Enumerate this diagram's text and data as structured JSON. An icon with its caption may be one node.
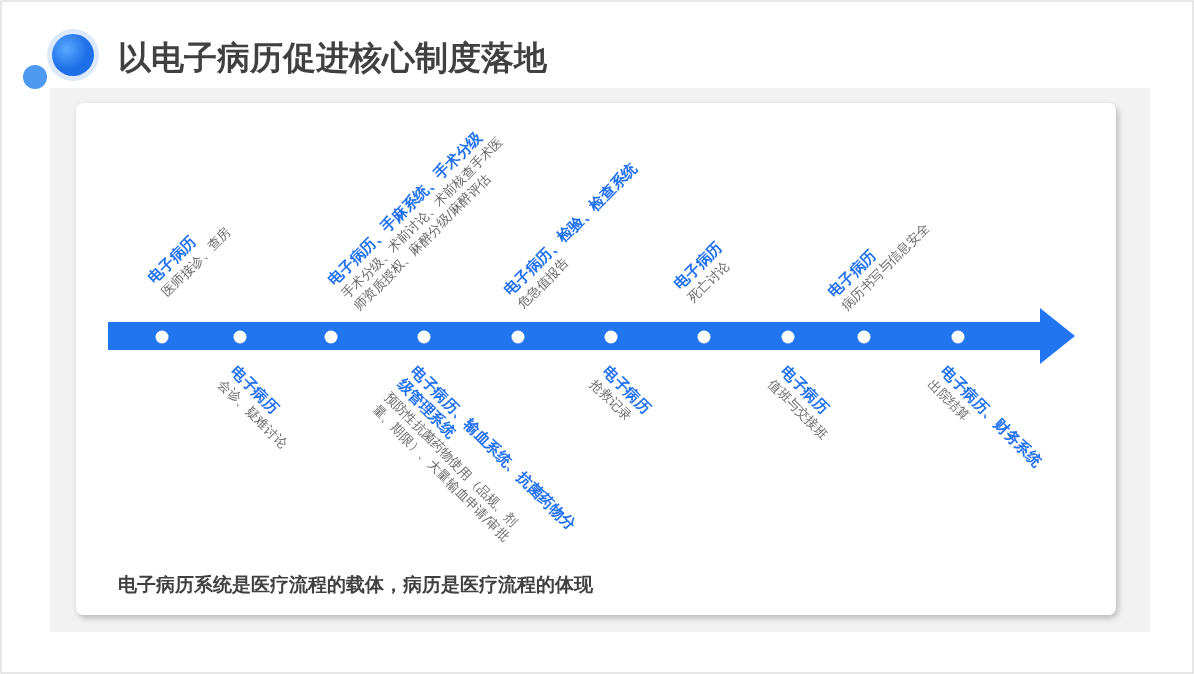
{
  "diagram": {
    "title": "以电子病历促进核心制度落地",
    "caption": "电子病历系统是医疗流程的载体，病历是医疗流程的体现",
    "labels": [
      "电子病历",
      "医师接诊、查房",
      "电子病历",
      "会诊、疑难讨论",
      "电子病历、手麻系统、手术分级",
      "手术分级、术前讨论、术前核查手术医师资质授权、麻醉分级/麻醉评估",
      "电子病历、输血系统、抗菌药物分级管理系统",
      "预防性抗菌药物使用（品规、剂量、期限）、大量输血申请/审批",
      "电子病历、检验、检查系统",
      "危急值报告",
      "电子病历",
      "抢救记录",
      "电子病历",
      "死亡讨论",
      "电子病历",
      "值班与交接班",
      "电子病历",
      "病历书写与信息安全",
      "电子病历、财务系统",
      "出院结算"
    ]
  }
}
